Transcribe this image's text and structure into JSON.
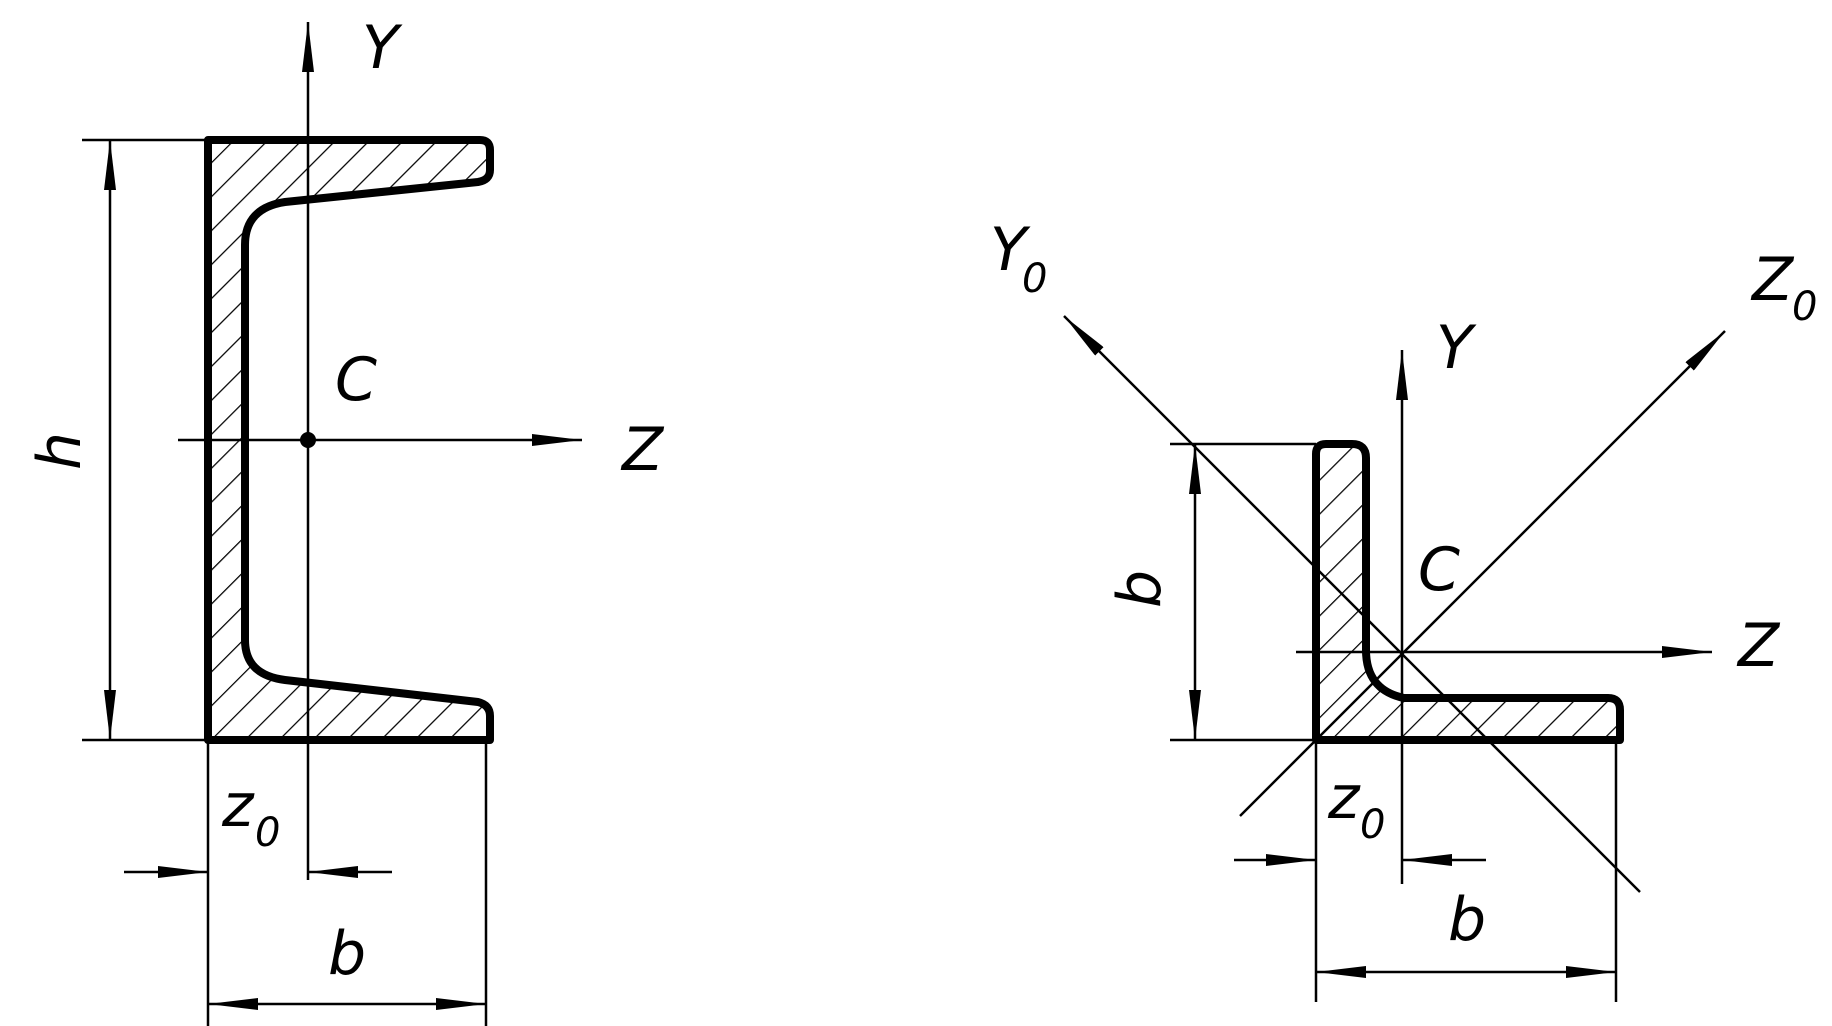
{
  "channel": {
    "axis_y": "Y",
    "axis_z": "Z",
    "centroid": "C",
    "dim_height": "h",
    "dim_width": "b",
    "dim_offset": "z",
    "dim_offset_sub": "0"
  },
  "angle": {
    "axis_y": "Y",
    "axis_z": "Z",
    "axis_y0": "Y",
    "axis_y0_sub": "0",
    "axis_z0": "Z",
    "axis_z0_sub": "0",
    "centroid": "C",
    "dim_leg_height": "b",
    "dim_width": "b",
    "dim_offset": "z",
    "dim_offset_sub": "0"
  },
  "colors": {
    "line": "#000000",
    "background": "#ffffff"
  }
}
